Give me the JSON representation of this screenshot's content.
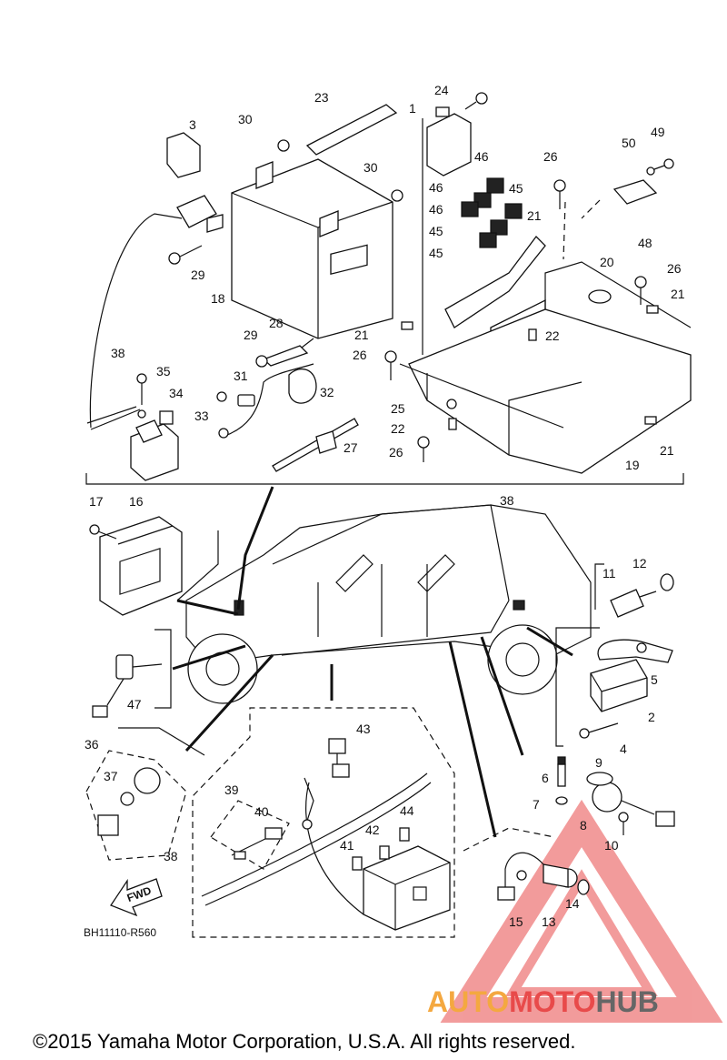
{
  "diagram_code": "BH11110-R560",
  "direction_label": "FWD",
  "copyright": "©2015 Yamaha Motor Corporation, U.S.A. All rights reserved.",
  "watermark": {
    "part1": "AUTO",
    "part2": "MOTO",
    "part3": "HUB",
    "color_orange": "#f4a840",
    "color_red": "#e84a4a",
    "color_gray": "#666666"
  },
  "callouts": {
    "c1": "1",
    "c2": "2",
    "c3": "3",
    "c4": "4",
    "c5": "5",
    "c6": "6",
    "c7": "7",
    "c8": "8",
    "c9": "9",
    "c10": "10",
    "c11": "11",
    "c12": "12",
    "c13": "13",
    "c14": "14",
    "c15": "15",
    "c16": "16",
    "c17": "17",
    "c18": "18",
    "c19": "19",
    "c20": "20",
    "c21a": "21",
    "c21b": "21",
    "c21c": "21",
    "c21d": "21",
    "c22a": "22",
    "c22b": "22",
    "c23": "23",
    "c24": "24",
    "c25": "25",
    "c26a": "26",
    "c26b": "26",
    "c26c": "26",
    "c26d": "26",
    "c27": "27",
    "c28": "28",
    "c29a": "29",
    "c29b": "29",
    "c30a": "30",
    "c30b": "30",
    "c31": "31",
    "c32": "32",
    "c33": "33",
    "c34": "34",
    "c35": "35",
    "c36": "36",
    "c37": "37",
    "c38a": "38",
    "c38b": "38",
    "c38c": "38",
    "c39": "39",
    "c40": "40",
    "c41": "41",
    "c42": "42",
    "c43": "43",
    "c44": "44",
    "c45a": "45",
    "c45b": "45",
    "c45c": "45",
    "c46a": "46",
    "c46b": "46",
    "c46c": "46",
    "c47": "47",
    "c48": "48",
    "c49": "49",
    "c50": "50"
  }
}
